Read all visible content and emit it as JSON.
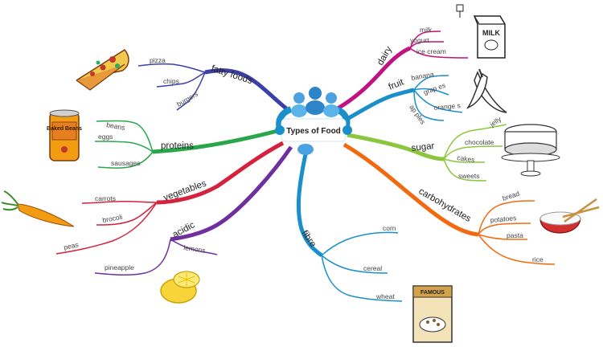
{
  "center": {
    "title": "Types of Food"
  },
  "colors": {
    "dairy": "#c2127f",
    "fruit": "#1a8fc9",
    "sugar": "#8cc63f",
    "carbohydrates": "#f26a10",
    "fibre": "#1a8fc9",
    "acidic": "#6f2f9f",
    "vegetables": "#d4213d",
    "proteins": "#2aa64a",
    "fatty_foods": "#3b3fa8",
    "hub": "#1a8fc9"
  },
  "branches": {
    "fatty_foods": {
      "label": "fatty foods",
      "items": [
        "pizza",
        "chips",
        "burgers"
      ],
      "icon": "pizza-icon"
    },
    "proteins": {
      "label": "proteins",
      "items": [
        "beans",
        "eggs",
        "sausages"
      ],
      "icon": "baked-beans-can-icon"
    },
    "vegetables": {
      "label": "vegetables",
      "items": [
        "carrots",
        "brocoli",
        "peas"
      ],
      "icon": "carrot-icon"
    },
    "acidic": {
      "label": "acidic",
      "items": [
        "lemons",
        "pineapple"
      ],
      "icon": "lemon-icon"
    },
    "fibre": {
      "label": "fibre",
      "items": [
        "corn",
        "cereal",
        "wheat"
      ],
      "icon": "cereal-box-icon"
    },
    "carbohydrates": {
      "label": "carbohydrates",
      "items": [
        "bread",
        "potatoes",
        "pasta",
        "rice"
      ],
      "icon": "rice-bowl-icon"
    },
    "sugar": {
      "label": "sugar",
      "items": [
        "jelly",
        "chocolate",
        "cakes",
        "sweets"
      ],
      "icon": "cake-stand-icon"
    },
    "fruit": {
      "label": "fruit",
      "items": [
        "banana",
        "grap es",
        "orange s",
        "ap ples"
      ],
      "icon": "banana-icon"
    },
    "dairy": {
      "label": "dairy",
      "items": [
        "milk",
        "yogurt",
        "ice cream"
      ],
      "icon": "milk-carton-icon"
    }
  },
  "icon_texts": {
    "milk_carton": "MILK",
    "beans_can": "Baked Beans",
    "cereal_box": "FAMOUS"
  }
}
